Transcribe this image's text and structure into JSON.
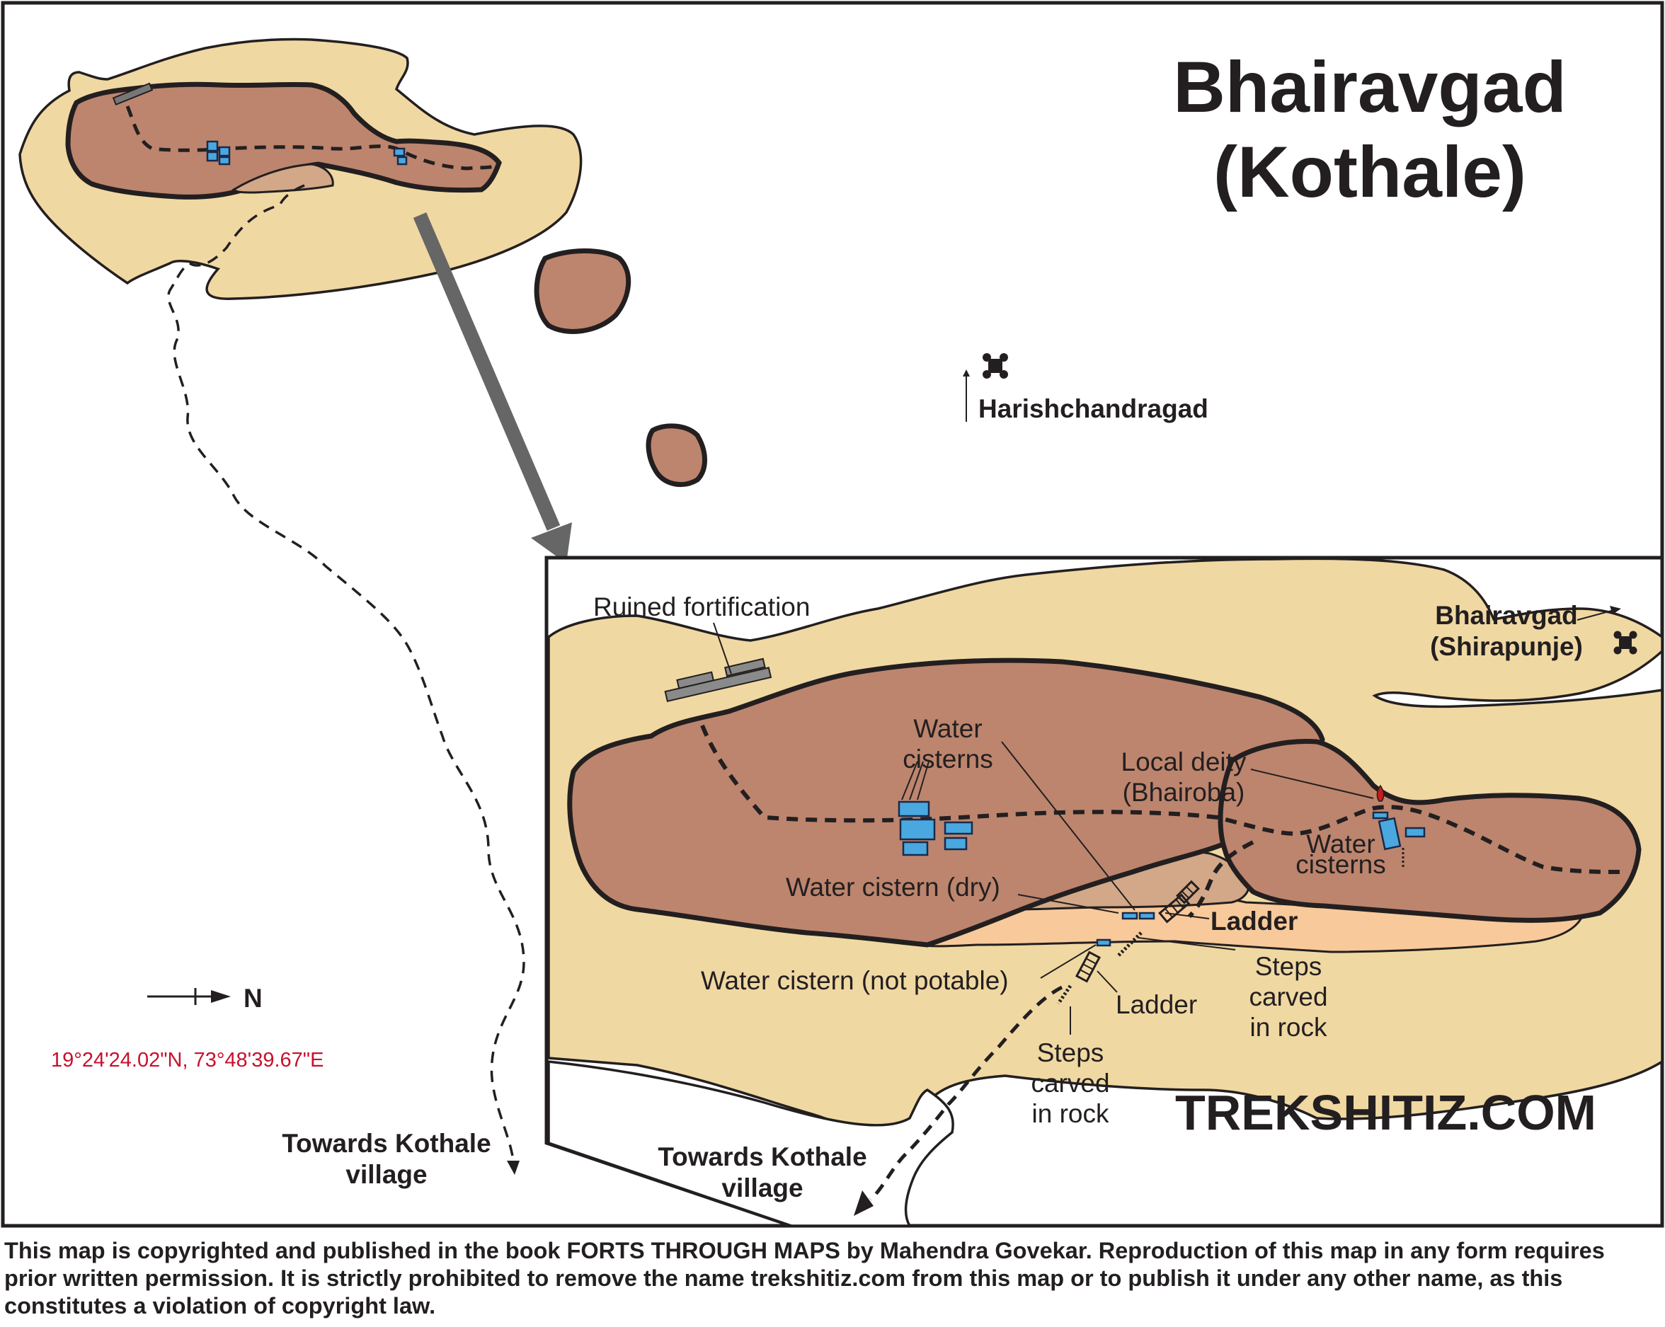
{
  "map": {
    "title_line1": "Bhairavgad",
    "title_line2": "(Kothale)",
    "watermark": "TREKSHITIZ.COM",
    "coordinates": "19°24'24.02\"N, 73°48'39.67\"E",
    "north_label": "N",
    "colors": {
      "plateau": "#f0d8a2",
      "rock": "#bd856e",
      "ledge": "#f8c99a",
      "water": "#4aa8e0",
      "arrow": "#666666",
      "coordinates": "#c8102e",
      "deity": "#cc1a1a"
    },
    "overview": {
      "harishchandragad": "Harishchandragad",
      "towards_kothale_line1": "Towards Kothale",
      "towards_kothale_line2": "village"
    },
    "inset": {
      "ruined_fortification": "Ruined fortification",
      "water_cisterns_1_line1": "Water",
      "water_cisterns_1_line2": "cisterns",
      "local_deity_line1": "Local deity",
      "local_deity_line2": "(Bhairoba)",
      "water_cisterns_2_line1": "Water",
      "water_cisterns_2_line2": "cisterns",
      "bhairavgad_shirapunje_line1": "Bhairavgad",
      "bhairavgad_shirapunje_line2": "(Shirapunje)",
      "water_cistern_dry": "Water cistern (dry)",
      "ladder_bold": "Ladder",
      "water_cistern_not_potable": "Water cistern (not potable)",
      "ladder": "Ladder",
      "steps_carved_1_line1": "Steps",
      "steps_carved_1_line2": "carved",
      "steps_carved_1_line3": "in rock",
      "steps_carved_2_line1": "Steps",
      "steps_carved_2_line2": "carved",
      "steps_carved_2_line3": "in rock",
      "towards_kothale_line1": "Towards Kothale",
      "towards_kothale_line2": "village"
    },
    "icons": [
      "fort-icon",
      "north-arrow-icon",
      "cistern-icon",
      "ladder-icon",
      "steps-icon",
      "deity-icon"
    ]
  },
  "copyright": {
    "text": "This map is copyrighted and published in the book FORTS THROUGH MAPS by Mahendra Govekar. Reproduction of this map in any form requires prior written permission. It is strictly prohibited to remove the name trekshitiz.com from this map or to publish it under any other name, as this constitutes a violation of copyright law."
  }
}
